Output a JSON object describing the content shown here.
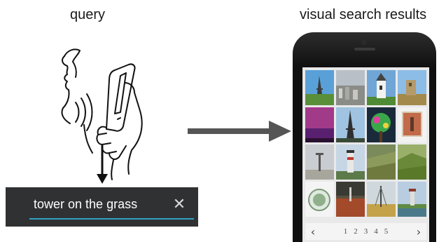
{
  "labels": {
    "query": "query",
    "results": "visual search results"
  },
  "search": {
    "value": "tower on the grass",
    "clear_icon": "close-icon",
    "underline_color": "#2fa2c4",
    "bar_color": "#2f3133"
  },
  "results": {
    "thumbnails": [
      {
        "subject": "eiffel tower with lawn, blue sky"
      },
      {
        "subject": "city skyline from above"
      },
      {
        "subject": "white castle tower on grass"
      },
      {
        "subject": "ruined stone tower, blue sky"
      },
      {
        "subject": "magenta sunset sky"
      },
      {
        "subject": "eiffel tower against sky"
      },
      {
        "subject": "colorful illuminated tree"
      },
      {
        "subject": "framed tower photo"
      },
      {
        "subject": "lone tower pole in haze"
      },
      {
        "subject": "lighthouse tower"
      },
      {
        "subject": "grassy hillside"
      },
      {
        "subject": "green tree-covered hill"
      },
      {
        "subject": "round badge logo"
      },
      {
        "subject": "tower above red field"
      },
      {
        "subject": "radio mast on yellow grass"
      },
      {
        "subject": "watchtower above river"
      }
    ],
    "pager": {
      "prev_icon": "chevron-left-icon",
      "next_icon": "chevron-right-icon",
      "pages": [
        "1",
        "2",
        "3",
        "4",
        "5"
      ]
    }
  }
}
